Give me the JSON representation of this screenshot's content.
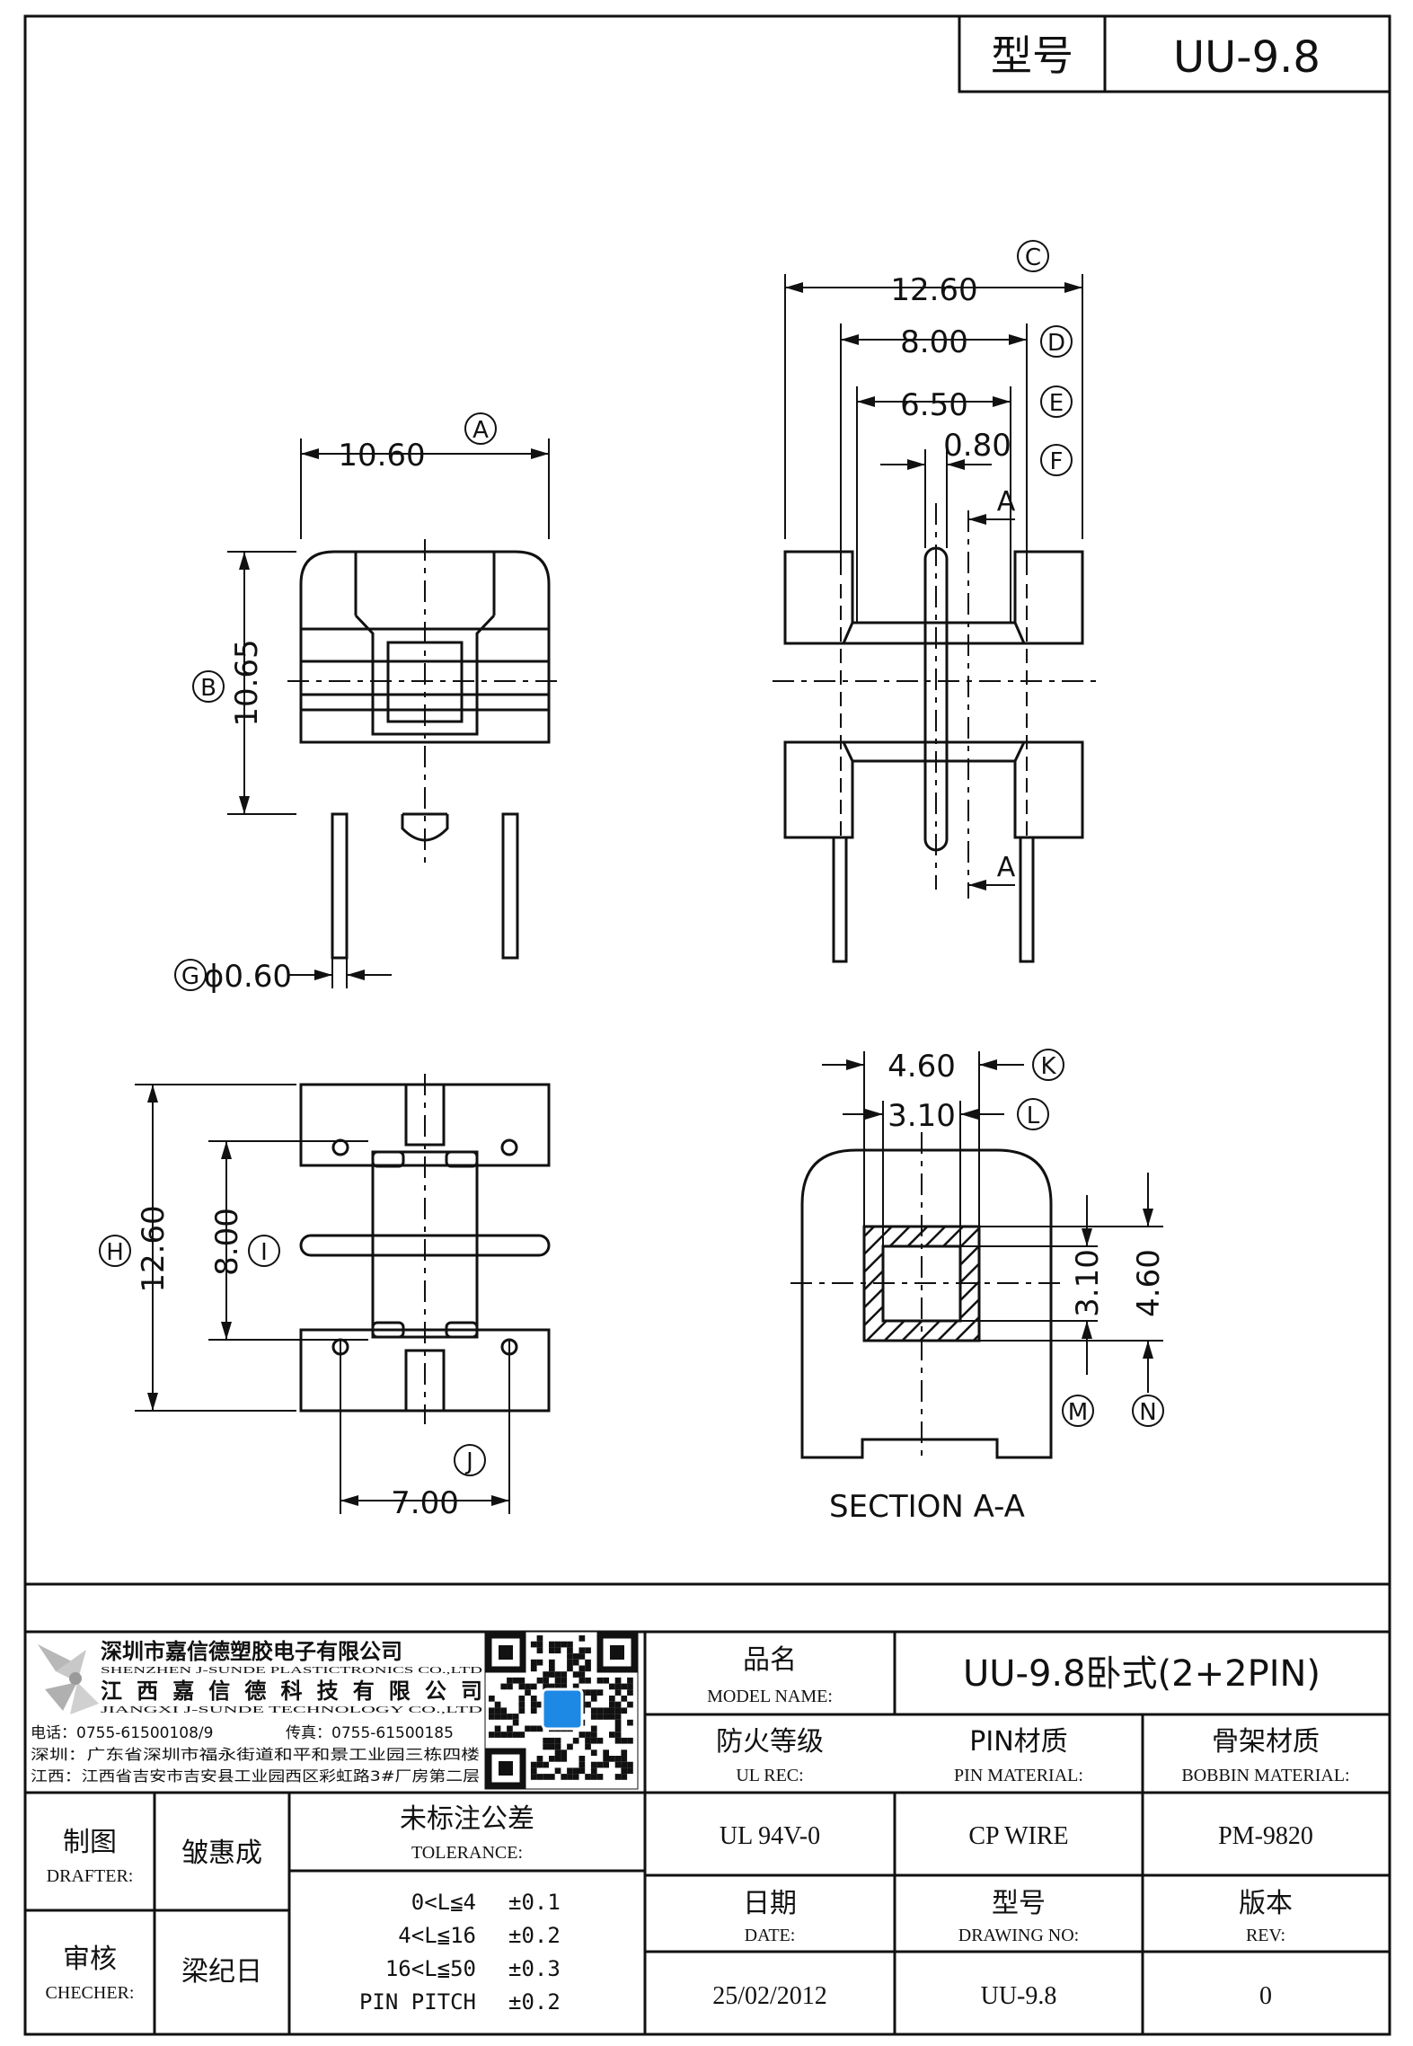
{
  "header": {
    "model_label": "型号",
    "model_value": "UU-9.8"
  },
  "dims": {
    "a": "10.60",
    "b": "10.65",
    "c": "12.60",
    "d": "8.00",
    "e": "6.50",
    "f": "0.80",
    "g": "ϕ0.60",
    "h": "12.60",
    "i": "8.00",
    "j": "7.00",
    "k": "4.60",
    "l": "3.10",
    "m": "3.10",
    "n": "4.60"
  },
  "markers": {
    "a": "A",
    "b": "B",
    "c": "C",
    "d": "D",
    "e": "E",
    "f": "F",
    "g": "G",
    "h": "H",
    "i": "I",
    "j": "J",
    "k": "K",
    "l": "L",
    "m": "M",
    "n": "N"
  },
  "section": {
    "cut_label": "A",
    "title": "SECTION A-A"
  },
  "company": {
    "name_sz_cn": "深圳市嘉信德塑胶电子有限公司",
    "name_sz_en": "SHENZHEN J-SUNDE PLASTICTRONICS CO.,LTD",
    "name_jx_cn": "江西嘉信德科技有限公司",
    "name_jx_en": "JIANGXI J-SUNDE TECHNOLOGY CO.,LTD",
    "phone": "电话：0755-61500108/9",
    "fax": "传真：0755-61500185",
    "addr_sz": "深圳：广东省深圳市福永街道和平和景工业园三栋四楼",
    "addr_jx": "江西：江西省吉安市吉安县工业园西区彩虹路3#厂房第二层"
  },
  "title_block": {
    "model_name_cn": "品名",
    "model_name_en": "MODEL NAME:",
    "model_name_value": "UU-9.8卧式(2+2PIN)",
    "ul_rec_cn": "防火等级",
    "ul_rec_en": "UL REC:",
    "pin_material_cn": "PIN材质",
    "pin_material_en": "PIN MATERIAL:",
    "bobbin_material_cn": "骨架材质",
    "bobbin_material_en": "BOBBIN MATERIAL:",
    "ul_value": "UL 94V-0",
    "pin_value": "CP WIRE",
    "bobbin_value": "PM-9820",
    "drafter_cn": "制图",
    "drafter_en": "DRAFTER:",
    "drafter_name": "皱惠成",
    "checker_cn": "审核",
    "checker_en": "CHECHER:",
    "checker_name": "梁纪日",
    "tolerance_cn": "未标注公差",
    "tolerance_en": "TOLERANCE:",
    "tolerances": [
      {
        "range": "0<L≦4",
        "value": "±0.1"
      },
      {
        "range": "4<L≦16",
        "value": "±0.2"
      },
      {
        "range": "16<L≦50",
        "value": "±0.3"
      },
      {
        "range": "PIN PITCH",
        "value": "±0.2"
      }
    ],
    "date_cn": "日期",
    "date_en": "DATE:",
    "date_value": "25/02/2012",
    "drawing_no_cn": "型号",
    "drawing_no_en": "DRAWING NO:",
    "drawing_no_value": "UU-9.8",
    "rev_cn": "版本",
    "rev_en": "REV:",
    "rev_value": "0"
  }
}
